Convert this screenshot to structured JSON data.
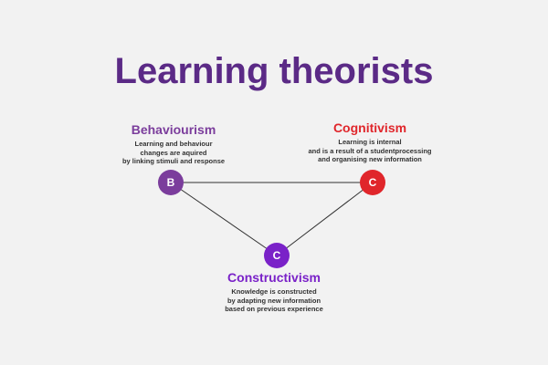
{
  "title": "Learning theorists",
  "theories": [
    {
      "id": "behaviourism",
      "name": "Behaviourism",
      "letter": "B",
      "color": "#7b3d9c",
      "description": "Learning and behaviour\nchanges are aquired\nby linking stimuli and response"
    },
    {
      "id": "cognitivism",
      "name": "Cognitivism",
      "letter": "C",
      "color": "#e0262b",
      "description": "Learning is internal\nand is a result of a studentprocessing\nand organising new information"
    },
    {
      "id": "constructivism",
      "name": "Constructivism",
      "letter": "C",
      "color": "#7a22c8",
      "description": "Knowledge is constructed\nby adapting new information\nbased on previous experience"
    }
  ],
  "edge_color": "#333333"
}
